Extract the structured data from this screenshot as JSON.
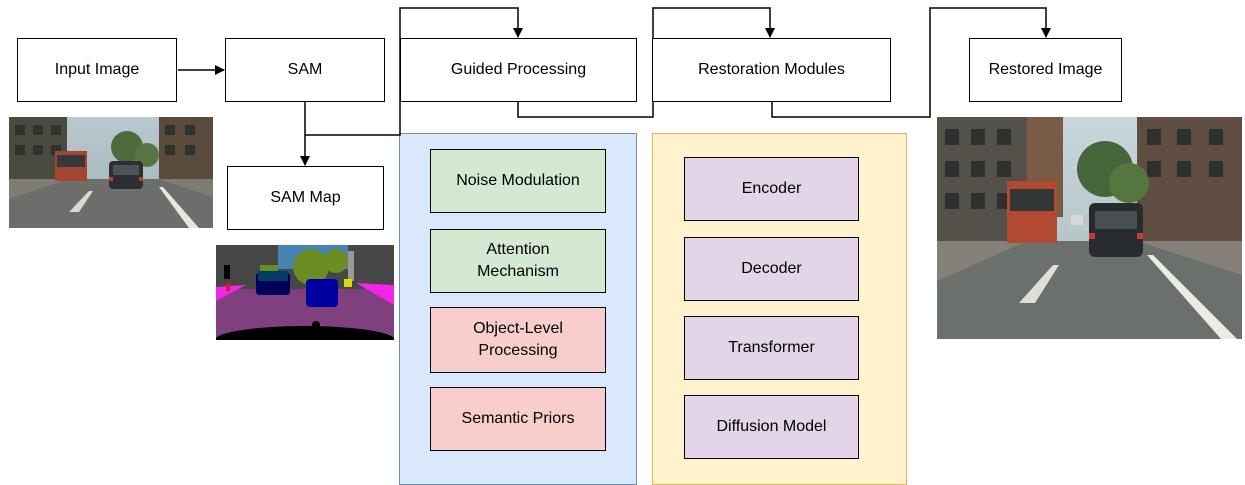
{
  "nodes": {
    "input_image": "Input Image",
    "sam": "SAM",
    "guided_processing": "Guided Processing",
    "restoration_modules": "Restoration Modules",
    "restored_image": "Restored Image",
    "sam_map": "SAM Map"
  },
  "guided_modules": {
    "noise_modulation": "Noise Modulation",
    "attention_mechanism": "Attention\nMechanism",
    "object_level_processing": "Object-Level\nProcessing",
    "semantic_priors": "Semantic Priors"
  },
  "restoration_blocks": {
    "encoder": "Encoder",
    "decoder": "Decoder",
    "transformer": "Transformer",
    "diffusion_model": "Diffusion Model"
  },
  "colors": {
    "guided_panel": "#dae8fc",
    "restoration_panel": "#fff2cc",
    "guided_module_green": "#d5e8d4",
    "guided_module_red": "#f8cecc",
    "restoration_block": "#e1d5e7"
  },
  "images": [
    "degraded-street-photo",
    "segmentation-map",
    "restored-street-photo"
  ]
}
